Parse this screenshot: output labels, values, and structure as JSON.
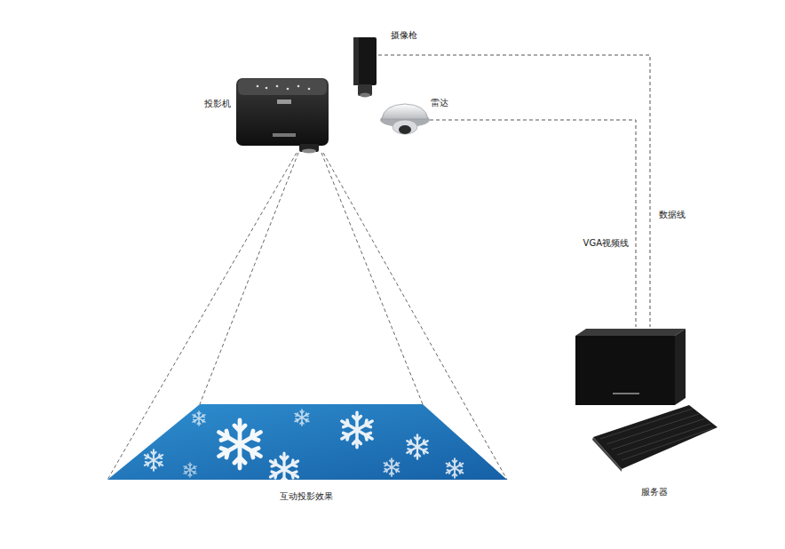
{
  "diagram": {
    "nodes": [
      {
        "text": [
          "摄像枪"
        ]
      },
      {
        "text": [
          "投影机"
        ]
      },
      {
        "text": [
          "雷达"
        ]
      },
      {
        "text": [
          "互动投影效果"
        ]
      },
      {
        "text": [
          "服务器"
        ]
      }
    ],
    "edges": [
      {
        "from": 0,
        "to": 4,
        "label": "数据线",
        "arrow": "none"
      },
      {
        "from": 2,
        "to": 4,
        "label": "VGA视频线",
        "arrow": "none"
      }
    ]
  }
}
